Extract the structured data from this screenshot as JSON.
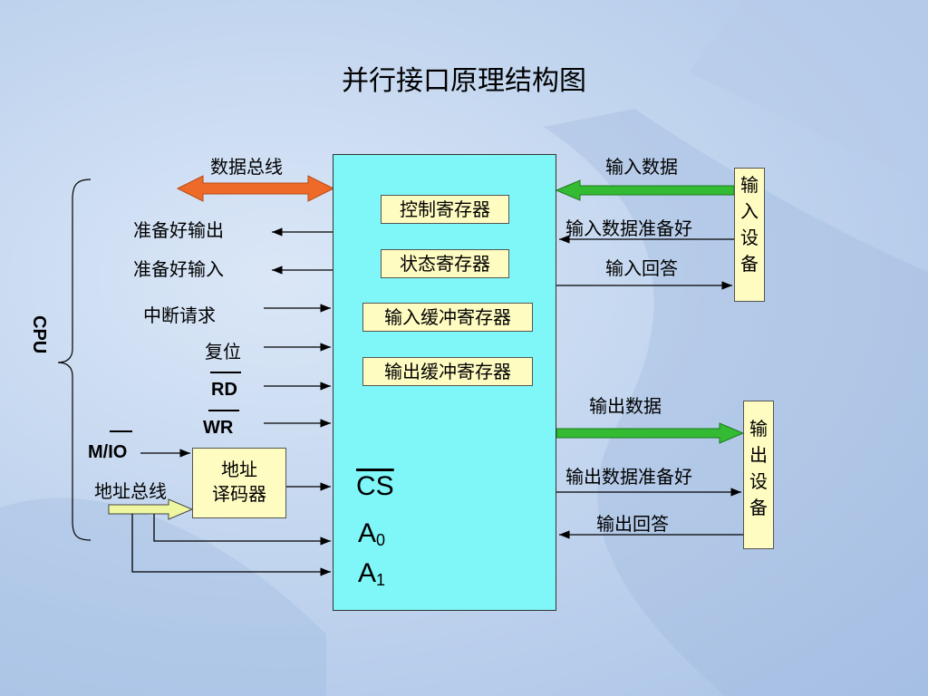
{
  "title": "并行接口原理结构图",
  "cpu_label": "CPU",
  "left_signals": {
    "data_bus": "数据总线",
    "ready_out": "准备好输出",
    "ready_in": "准备好输入",
    "interrupt": "中断请求",
    "reset": "复位",
    "rd": "RD",
    "wr": "WR",
    "mio": "M/IO",
    "addr_bus": "地址总线"
  },
  "decoder": {
    "line1": "地址",
    "line2": "译码器"
  },
  "registers": [
    "控制寄存器",
    "状态寄存器",
    "输入缓冲寄存器",
    "输出缓冲寄存器"
  ],
  "chip_pins": {
    "cs": "CS",
    "a0": "A",
    "a0_sub": "0",
    "a1": "A",
    "a1_sub": "1"
  },
  "right_signals": {
    "in_data": "输入数据",
    "in_ready": "输入数据准备好",
    "in_ack": "输入回答",
    "out_data": "输出数据",
    "out_ready": "输出数据准备好",
    "out_ack": "输出回答"
  },
  "input_device": [
    "输",
    "入",
    "设",
    "备"
  ],
  "output_device": [
    "输",
    "出",
    "设",
    "备"
  ],
  "colors": {
    "main_box": "#7ff7f8",
    "label_box": "#fffcc2",
    "data_bus_arrow": "#ee6a28",
    "data_flow_arrow": "#33bb33",
    "addr_bus_arrow": "#eef7a0"
  }
}
